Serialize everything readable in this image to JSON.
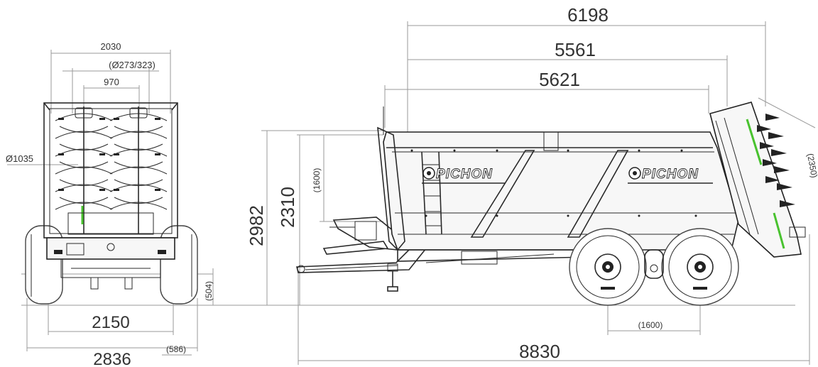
{
  "brand": {
    "name": "PICHON"
  },
  "front_view": {
    "width_top": "2030",
    "rotor_diameter": "(Ø273/323)",
    "rotor_spacing": "970",
    "beater_diameter": "Ø1035",
    "track_width": "2150",
    "overall_width": "2836",
    "ground_clearance": "(504)",
    "tire_width": "(586)"
  },
  "side_view": {
    "length_6198": "6198",
    "length_5561": "5561",
    "length_5621": "5621",
    "height_total": "2982",
    "height_body": "2310",
    "height_box": "(1600)",
    "beater_height": "(2350)",
    "axle_spacing": "(1600)",
    "overall_length": "8830"
  },
  "colors": {
    "lines": "#2a2a2a",
    "dimension_lines": "#9a9a9a",
    "accent": "#49c22f"
  }
}
